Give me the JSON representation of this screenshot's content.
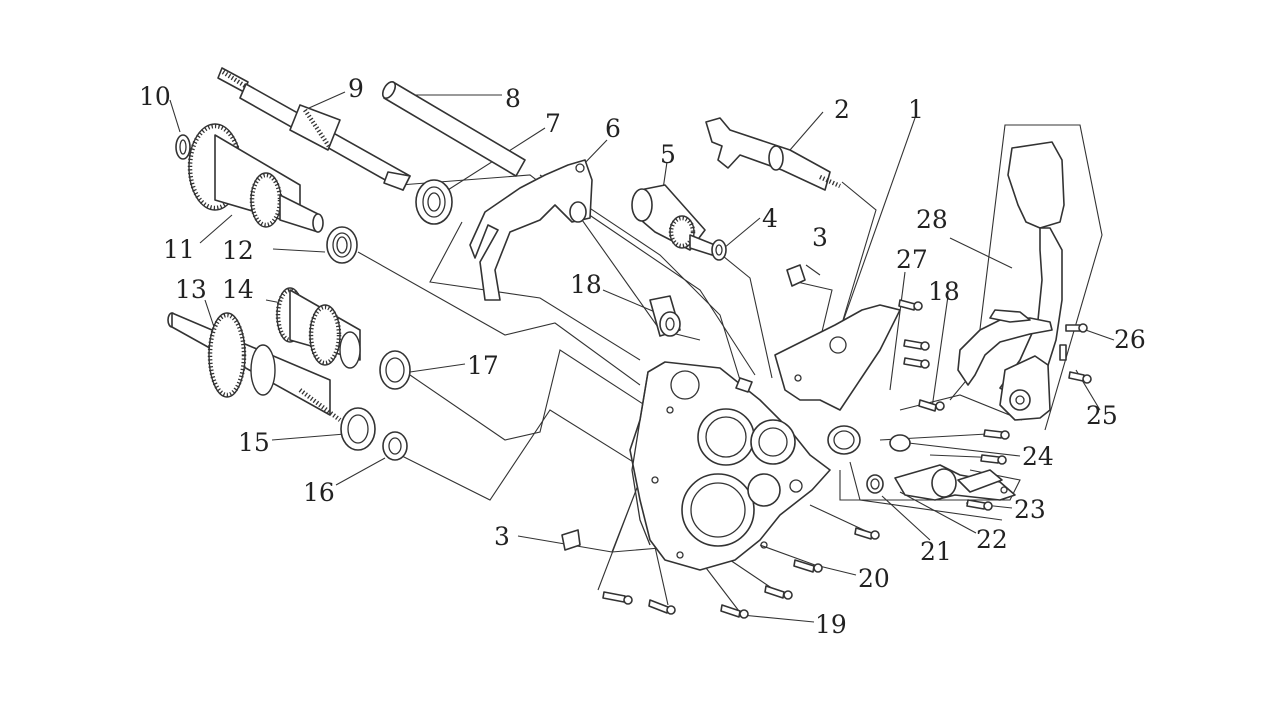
{
  "diagram": {
    "callouts": [
      {
        "id": "1",
        "text": "1"
      },
      {
        "id": "2",
        "text": "2"
      },
      {
        "id": "3a",
        "text": "3"
      },
      {
        "id": "3b",
        "text": "3"
      },
      {
        "id": "4",
        "text": "4"
      },
      {
        "id": "5",
        "text": "5"
      },
      {
        "id": "6",
        "text": "6"
      },
      {
        "id": "7",
        "text": "7"
      },
      {
        "id": "8",
        "text": "8"
      },
      {
        "id": "9",
        "text": "9"
      },
      {
        "id": "10",
        "text": "10"
      },
      {
        "id": "11",
        "text": "11"
      },
      {
        "id": "12",
        "text": "12"
      },
      {
        "id": "13",
        "text": "13"
      },
      {
        "id": "14",
        "text": "14"
      },
      {
        "id": "15",
        "text": "15"
      },
      {
        "id": "16",
        "text": "16"
      },
      {
        "id": "17",
        "text": "17"
      },
      {
        "id": "18a",
        "text": "18"
      },
      {
        "id": "18b",
        "text": "18"
      },
      {
        "id": "19",
        "text": "19"
      },
      {
        "id": "20",
        "text": "20"
      },
      {
        "id": "21",
        "text": "21"
      },
      {
        "id": "22",
        "text": "22"
      },
      {
        "id": "23",
        "text": "23"
      },
      {
        "id": "24",
        "text": "24"
      },
      {
        "id": "25",
        "text": "25"
      },
      {
        "id": "26",
        "text": "26"
      },
      {
        "id": "27",
        "text": "27"
      },
      {
        "id": "28",
        "text": "28"
      }
    ]
  }
}
